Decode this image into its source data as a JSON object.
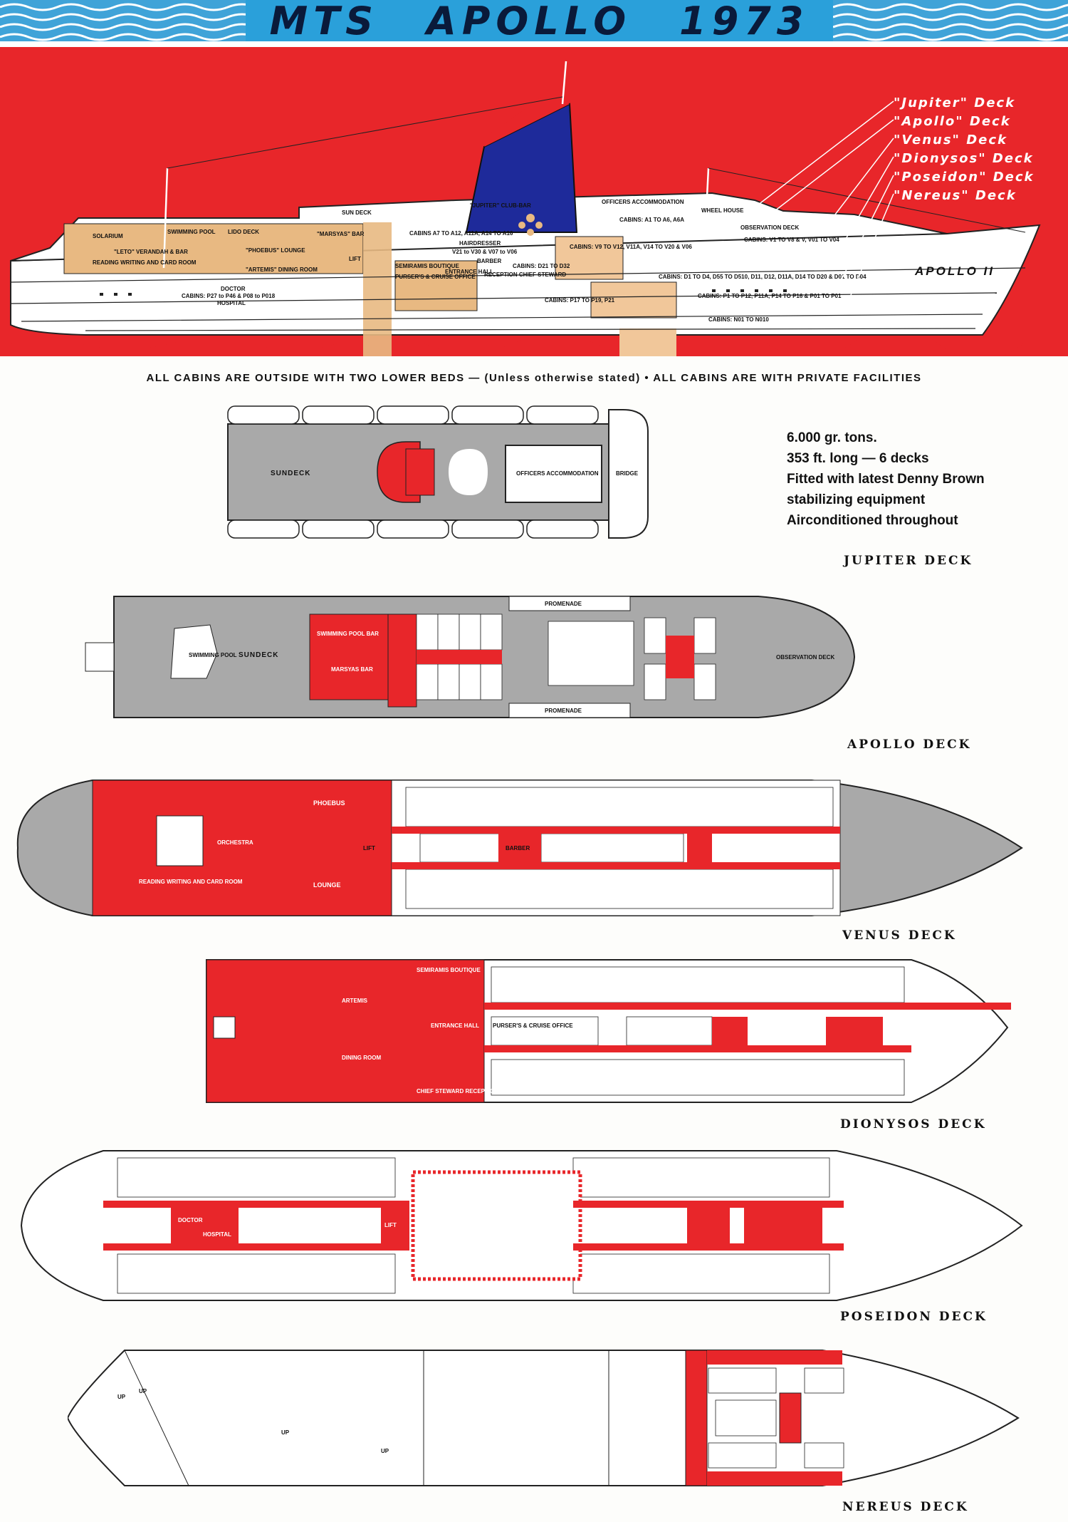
{
  "title": {
    "left": "MTS",
    "mid": "APOLLO",
    "right": "1973"
  },
  "deck_list": [
    "\"Jupiter\" Deck",
    "\"Apollo\" Deck",
    "\"Venus\" Deck",
    "\"Dionysos\" Deck",
    "\"Poseidon\" Deck",
    "\"Nereus\" Deck"
  ],
  "profile_labels": {
    "ship_name": "APOLLO II",
    "jupiter_bar": "\"JUPITER\" CLUB-BAR",
    "officers": "OFFICERS ACCOMMODATION",
    "wheel_house": "WHEEL HOUSE",
    "observation": "OBSERVATION DECK",
    "cabins_a": "CABINS A7 TO A12, A11A, A14 TO A16",
    "cabins_a_fwd": "CABINS: A1 TO A6, A6A",
    "hairdresser": "HAIRDRESSER",
    "cabins_v": "V21 to V30 & V07 to V06",
    "cabins_v_fwd": "CABINS: V9 TO V12, V11A, V14 TO V20 & V06",
    "cabins_v1": "CABINS: V1 TO V8 & V, V01 TO V04",
    "barber": "BARBER",
    "cabins_d": "CABINS: D21 TO D32",
    "cabins_d_fwd": "CABINS: D1 TO D4, D55 TO D510, D11, D12, D11A, D14 TO D20 & D01 TO D04",
    "leto": "\"LETO\" VERANDAH & BAR",
    "reading": "READING WRITING AND CARD ROOM",
    "phoebus": "\"PHOEBUS\" LOUNGE",
    "artemis": "\"ARTEMIS\" DINING ROOM",
    "marsyas": "\"MARSYAS\" BAR",
    "lido": "LIDO DECK",
    "swimming": "SWIMMING POOL",
    "solarium": "SOLARIUM",
    "sundeck": "SUN DECK",
    "lift": "LIFT",
    "semiramis": "SEMIRAMIS BOUTIQUE",
    "purser": "PURSER'S & CRUISE OFFICE",
    "entrance": "ENTRANCE HALL",
    "reception": "RECEPTION CHIEF STEWARD",
    "doctor": "DOCTOR",
    "hospital": "HOSPITAL",
    "cabins_p": "CABINS: P27 to P46 & P08 to P018",
    "cabins_p_fwd": "CABINS: P17 TO P19, P21",
    "cabins_p2": "CABINS: P1 TO P12, P11A, P14 TO P16 & P01 TO P01",
    "cabins_n": "CABINS: N01 TO N010"
  },
  "notice": "ALL CABINS ARE OUTSIDE WITH TWO LOWER BEDS — (Unless otherwise stated) • ALL CABINS ARE WITH PRIVATE FACILITIES",
  "specs": [
    "6.000 gr. tons.",
    "353 ft. long — 6 decks",
    "Fitted with latest Denny Brown",
    "stabilizing equipment",
    "Airconditioned throughout"
  ],
  "decks": [
    {
      "name": "JUPITER DECK",
      "labels": {
        "sundeck": "SUNDECK",
        "officers": "OFFICERS ACCOMMODATION",
        "bridge": "BRIDGE"
      }
    },
    {
      "name": "APOLLO DECK",
      "labels": {
        "pool": "SWIMMING POOL",
        "sundeck": "SUNDECK",
        "pool_bar": "SWIMMING POOL BAR",
        "marsyas": "MARSYAS BAR",
        "promenade_top": "PROMENADE",
        "promenade_bottom": "PROMENADE",
        "observation": "OBSERVATION DECK"
      }
    },
    {
      "name": "VENUS DECK",
      "labels": {
        "phoebus": "PHOEBUS",
        "lounge": "LOUNGE",
        "orchestra": "ORCHESTRA",
        "barber": "BARBER",
        "reading": "READING WRITING AND CARD ROOM",
        "lift": "LIFT"
      }
    },
    {
      "name": "DIONYSOS DECK",
      "labels": {
        "artemis": "ARTEMIS",
        "dining": "DINING ROOM",
        "entrance": "ENTRANCE HALL",
        "semiramis": "SEMIRAMIS BOUTIQUE",
        "purser": "PURSER'S & CRUISE OFFICE",
        "chief": "CHIEF STEWARD RECEPTION"
      }
    },
    {
      "name": "POSEIDON DECK",
      "labels": {
        "doctor": "DOCTOR",
        "hospital": "HOSPITAL",
        "lift": "LIFT"
      }
    },
    {
      "name": "NEREUS DECK",
      "labels": {
        "up1": "UP",
        "up2": "UP",
        "up3": "UP",
        "up4": "UP"
      }
    }
  ],
  "colors": {
    "red": "#e8262a",
    "sky": "#2aa0da",
    "grey": "#a9a9a9",
    "tan": "#e8b982",
    "navy": "#1e2a9a"
  }
}
